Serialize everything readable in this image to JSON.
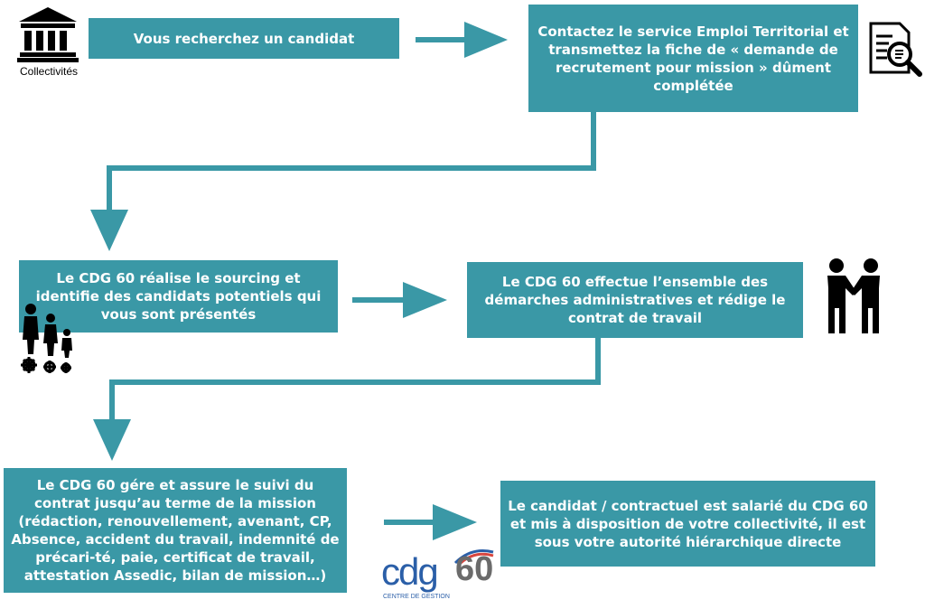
{
  "colors": {
    "box": "#3a98a6",
    "arrow": "#3a98a6",
    "icon": "#000000",
    "logo_blue": "#2b5fa8",
    "logo_gray": "#6b6b6b",
    "logo_red": "#d9463f"
  },
  "actor_label": "Collectivités",
  "steps": [
    {
      "text": "Vous recherchez un candidat"
    },
    {
      "text": "Contactez le service Emploi Territorial et transmettez la fiche de « demande de recrutement pour mission » dûment complétée"
    },
    {
      "text": "Le CDG 60 réalise le sourcing et identifie des candidats potentiels qui vous sont présentés"
    },
    {
      "text": "Le CDG 60 effectue l’ensemble des démarches administratives et rédige le contrat de travail"
    },
    {
      "text": "Le CDG 60 gére et assure le suivi du contrat jusqu’au terme de la mission (rédaction, renouvellement, avenant, CP, Absence, accident du travail, indemnité de précari-té, paie, certificat de travail, attestation Assedic, bilan de mission…)"
    },
    {
      "text": "Le candidat / contractuel est salarié du CDG 60 et mis à disposition de votre collectivité, il est sous votre autorité hiérarchique directe"
    }
  ],
  "icons": [
    "bank-building-icon",
    "document-search-icon",
    "team-gears-icon",
    "handshake-icon"
  ],
  "logo": {
    "main": "cdg",
    "number": "60",
    "subtitle": "CENTRE DE GESTION"
  }
}
